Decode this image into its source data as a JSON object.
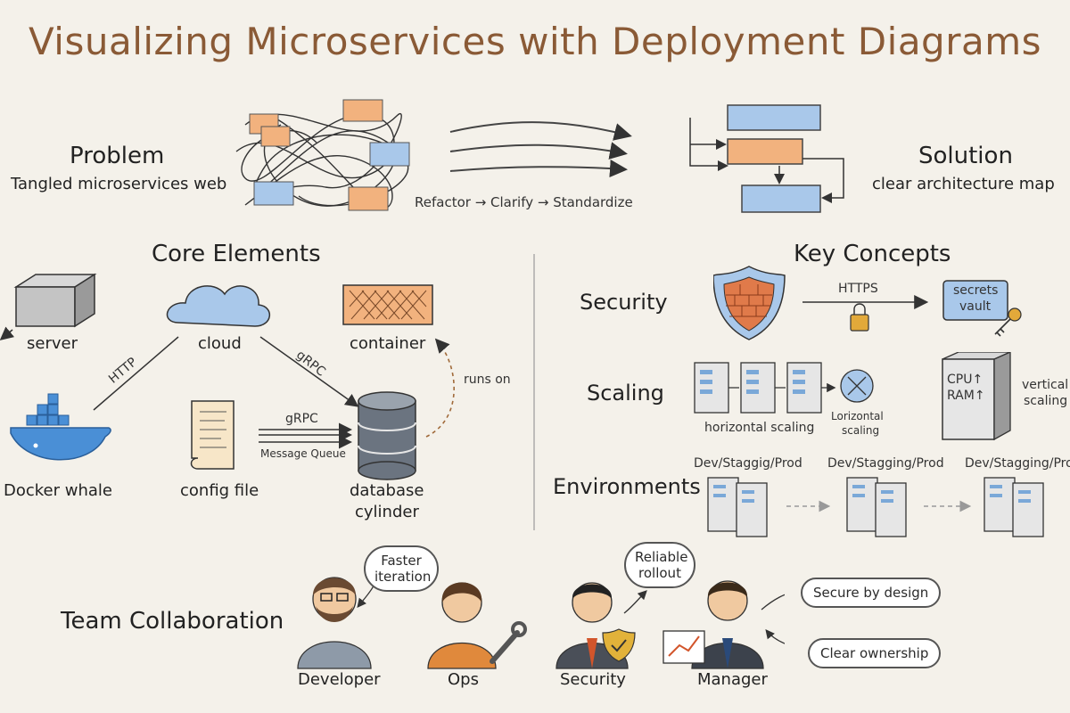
{
  "title": "Visualizing Microservices with Deployment Diagrams",
  "problem": {
    "heading": "Problem",
    "subtitle": "Tangled microservices web"
  },
  "flow_label": "Refactor → Clarify → Standardize",
  "solution": {
    "heading": "Solution",
    "subtitle": "clear architecture map"
  },
  "core": {
    "heading": "Core Elements",
    "server": "server",
    "cloud": "cloud",
    "container": "container",
    "docker": "Docker whale",
    "config": "config file",
    "database": "database",
    "database2": "cylinder",
    "edge_http": "HTTP",
    "edge_grpc_top": "gRPC",
    "edge_grpc": "gRPC",
    "edge_mq": "Message Queue",
    "edge_runs_on": "runs on"
  },
  "key": {
    "heading": "Key Concepts",
    "security": {
      "label": "Security",
      "https": "HTTPS",
      "vault_line1": "secrets",
      "vault_line2": "vault"
    },
    "scaling": {
      "label": "Scaling",
      "horizontal": "horizontal scaling",
      "lorizontal1": "Lorizontal",
      "lorizontal2": "scaling",
      "cpu": "CPU↑",
      "ram": "RAM↑",
      "vertical1": "vertical",
      "vertical2": "scaling"
    },
    "environments": {
      "label": "Environments",
      "env1": "Dev/Staggig/Prod",
      "env2": "Dev/Stagging/Prod",
      "env3": "Dev/Stagging/Prod"
    }
  },
  "team": {
    "heading": "Team Collaboration",
    "developer": "Developer",
    "ops": "Ops",
    "security": "Security",
    "manager": "Manager",
    "bubble_dev_1": "Faster",
    "bubble_dev_2": "iteration",
    "bubble_sec_1": "Reliable",
    "bubble_sec_2": "rollout",
    "pill_secure": "Secure by design",
    "pill_owner": "Clear ownership"
  },
  "colors": {
    "title": "#8a5a36",
    "blue_box": "#a9c8ea",
    "orange_box": "#f2b27e",
    "background": "#f4f1ea"
  }
}
